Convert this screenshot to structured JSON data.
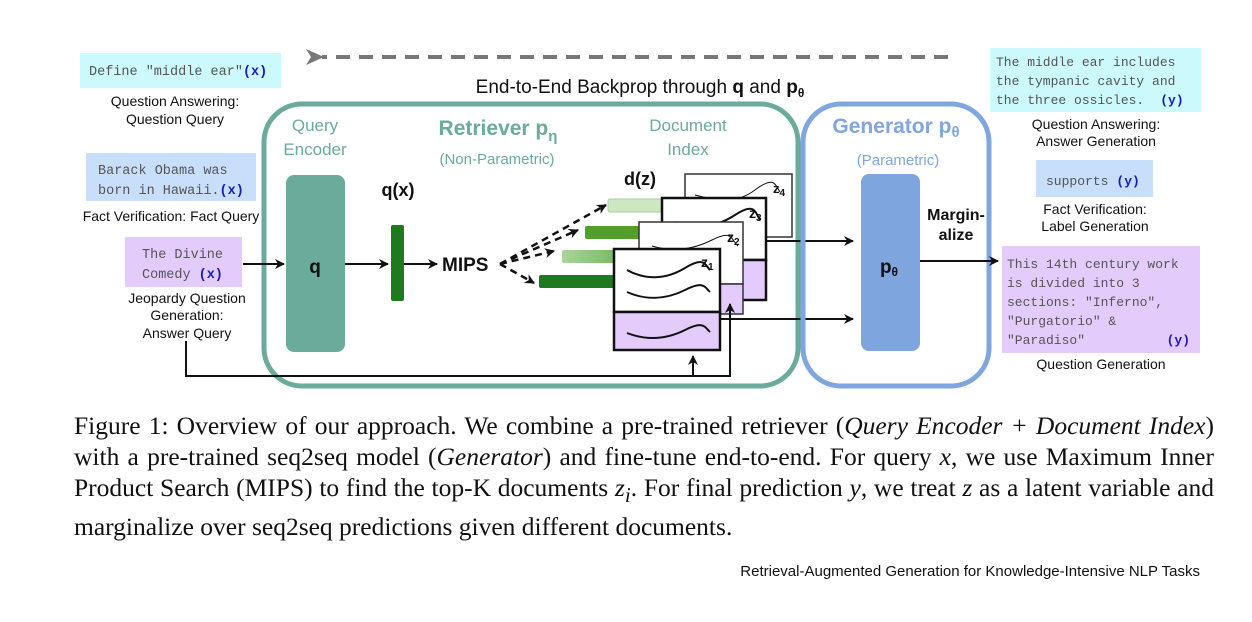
{
  "colors": {
    "retriever": "#6aab9c",
    "generator": "#7fa6de",
    "generator_block": "#7ea5dd",
    "qa_box": "#ccf9fb",
    "fact_box": "#c8dffb",
    "jeopardy_box": "#e3ccfb",
    "var_label": "#1a1ab8",
    "vector_dark": "#1f7a1f",
    "vector_mid": "#4f9f2a",
    "vector_light": "#b9dbb0",
    "backprop_arrow": "#777777"
  },
  "backprop": {
    "label_prefix": "End-to-End Backprop through ",
    "q": "q",
    "and": " and ",
    "p": "p",
    "theta": "θ"
  },
  "inputs": [
    {
      "text_lines": [
        "Define \"middle ear\""
      ],
      "var": "(x)",
      "caption_lines": [
        "Question Answering:",
        "Question Query"
      ]
    },
    {
      "text_lines": [
        "Barack Obama was",
        "born in Hawaii."
      ],
      "var": "(x)",
      "caption_lines": [
        "Fact Verification: Fact Query"
      ]
    },
    {
      "text_lines": [
        "The Divine",
        "Comedy"
      ],
      "var": "(x)",
      "caption_lines": [
        "Jeopardy Question",
        "Generation:",
        "Answer Query"
      ]
    }
  ],
  "retriever": {
    "title": "Retriever p",
    "subscript": "η",
    "subtitle": "(Non-Parametric)",
    "query_encoder_lines": [
      "Query",
      "Encoder"
    ],
    "encoder_symbol": "q",
    "query_vector_label": "q(x)",
    "mips_label": "MIPS",
    "doc_index_lines": [
      "Document",
      "Index"
    ],
    "doc_vector_label": "d(z)",
    "documents": [
      {
        "label": "z",
        "sub": "1"
      },
      {
        "label": "z",
        "sub": "2"
      },
      {
        "label": "z",
        "sub": "3"
      },
      {
        "label": "z",
        "sub": "4"
      }
    ]
  },
  "generator": {
    "title": "Generator p",
    "subscript": "θ",
    "subtitle": "(Parametric)",
    "block_symbol": "p",
    "block_sub": "θ",
    "marginalize_lines": [
      "Margin-",
      "alize"
    ]
  },
  "outputs": [
    {
      "text_lines": [
        "The middle ear includes",
        "the tympanic cavity and",
        "the three ossicles."
      ],
      "var": "(y)",
      "caption_lines": [
        "Question Answering:",
        "Answer Generation"
      ]
    },
    {
      "text_lines": [
        "supports"
      ],
      "var": "(y)",
      "caption_lines": [
        "Fact Verification:",
        "Label Generation"
      ]
    },
    {
      "text_lines": [
        "This 14th century work",
        "is divided into 3",
        "sections: \"Inferno\",",
        "\"Purgatorio\" &",
        "\"Paradiso\""
      ],
      "var": "(y)",
      "caption_lines": [
        "Question Generation"
      ]
    }
  ],
  "caption": {
    "label": "Figure 1:",
    "s1": " Overview of our approach. We combine a pre-trained retriever (",
    "i1": "Query Encoder + Document Index",
    "s2": ") with a pre-trained seq2seq model (",
    "i2": "Generator",
    "s3": ") and fine-tune end-to-end. For query ",
    "x": "x",
    "s4": ", we use Maximum Inner Product Search (MIPS) to find the top-K documents ",
    "zi": "z",
    "zi_sub": "i",
    "s5": ". For final prediction ",
    "y": "y",
    "s6": ", we treat ",
    "z": "z",
    "s7": " as a latent variable and marginalize over seq2seq predictions given different documents."
  },
  "source": "Retrieval-Augmented Generation for Knowledge-Intensive NLP Tasks"
}
